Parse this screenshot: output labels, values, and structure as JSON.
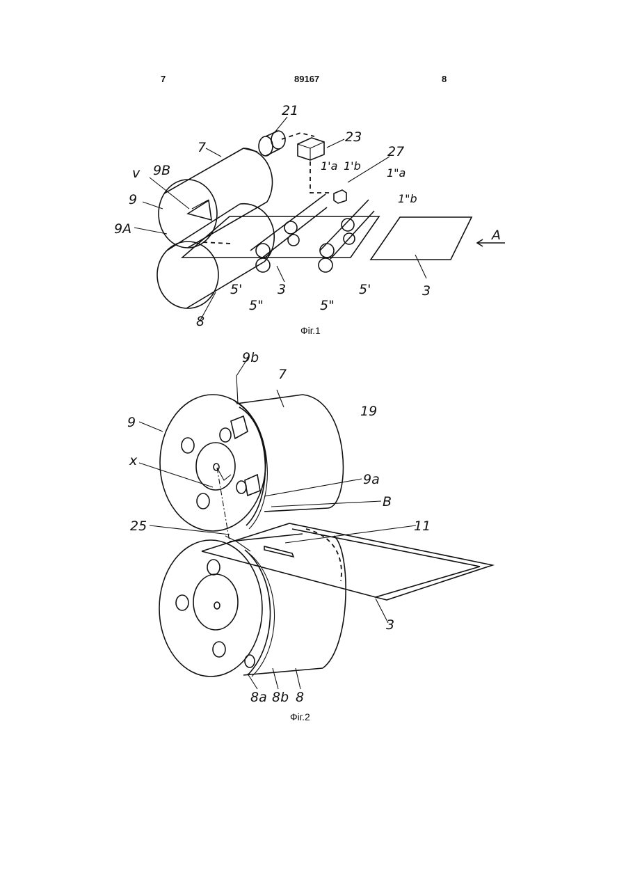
{
  "header": {
    "page_left": "7",
    "patent_number": "89167",
    "page_right": "8"
  },
  "figure1": {
    "caption": "Фіг.1",
    "labels": {
      "l21": "21",
      "l23": "23",
      "l7": "7",
      "l27": "27",
      "l1a": "1'a",
      "l1b": "1'b",
      "l1dda": "1\"a",
      "l1ddb": "1\"b",
      "lv": "v",
      "l9B": "9B",
      "l9": "9",
      "l9A": "9A",
      "lA": "A",
      "l5p1": "5'",
      "l5pp1": "5\"",
      "l3a": "3",
      "l5p2": "5'",
      "l5pp2": "5\"",
      "l3b": "3",
      "l8": "8"
    }
  },
  "figure2": {
    "caption": "Фіг.2",
    "labels": {
      "l9b": "9b",
      "l7": "7",
      "l19": "19",
      "l9": "9",
      "lx": "x",
      "l9a": "9a",
      "lB": "B",
      "l25": "25",
      "l11": "11",
      "l3": "3",
      "l8a": "8a",
      "l8b": "8b",
      "l8": "8"
    }
  }
}
